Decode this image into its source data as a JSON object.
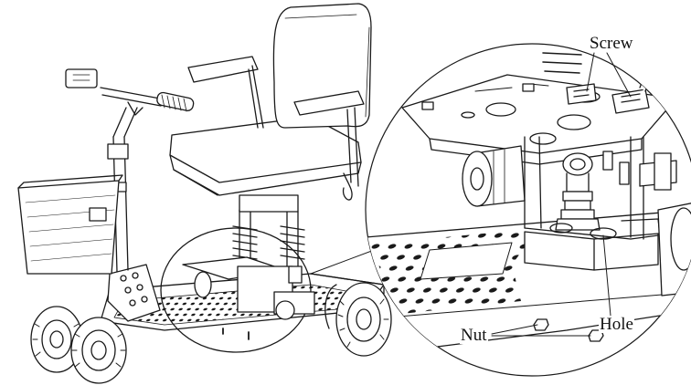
{
  "labels": {
    "screw": "Screw",
    "hole": "Hole",
    "nut": "Nut"
  },
  "colors": {
    "line": "#1a1a1a",
    "background": "#ffffff"
  }
}
